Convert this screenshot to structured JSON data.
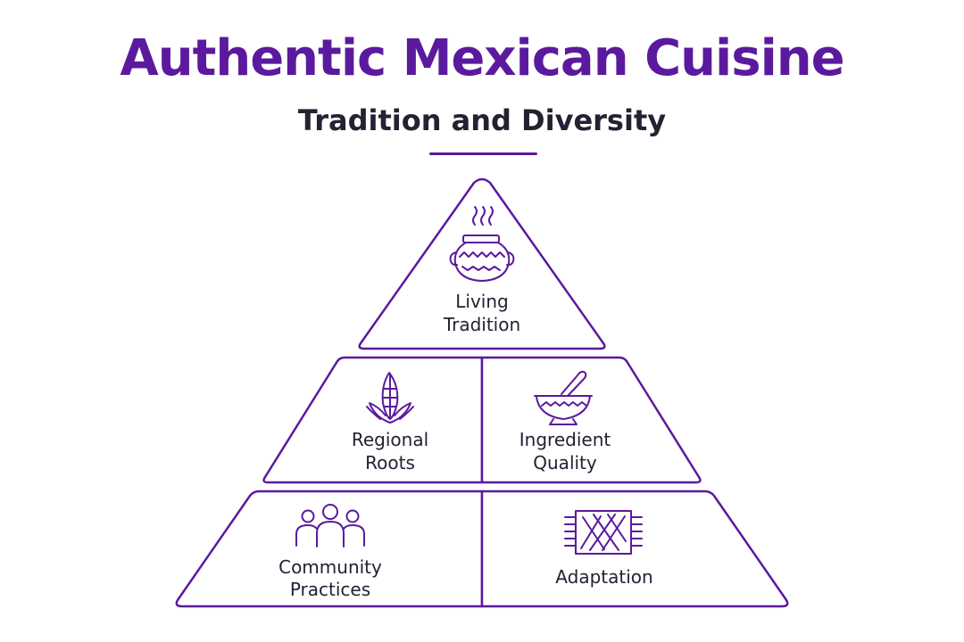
{
  "header": {
    "title": "Authentic Mexican Cuisine",
    "subtitle": "Tradition and Diversity"
  },
  "colors": {
    "accent": "#5b1a9e",
    "text": "#222233",
    "background": "#ffffff"
  },
  "pyramid": {
    "top": {
      "label_line1": "Living",
      "label_line2": "Tradition",
      "icon": "clay-pot-icon"
    },
    "middle_left": {
      "label_line1": "Regional",
      "label_line2": "Roots",
      "icon": "corn-icon"
    },
    "middle_right": {
      "label_line1": "Ingredient",
      "label_line2": "Quality",
      "icon": "mortar-pestle-icon"
    },
    "bottom_left": {
      "label_line1": "Community",
      "label_line2": "Practices",
      "icon": "people-group-icon"
    },
    "bottom_right": {
      "label_line1": "Adaptation",
      "icon": "woven-textile-icon"
    }
  }
}
